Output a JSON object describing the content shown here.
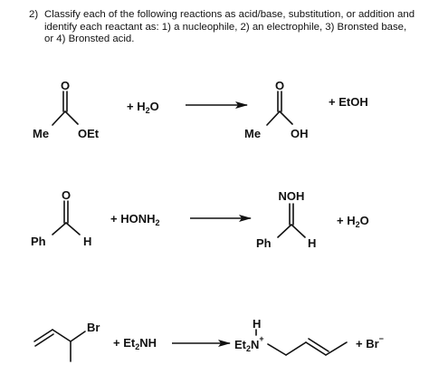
{
  "question": {
    "number": "2)",
    "text": "Classify each of the following reactions as acid/base, substitution, or addition and identify each reactant as: 1) a nucleophile, 2) an electrophile, 3) Bronsted base, or 4) Bronsted acid."
  },
  "reactions": [
    {
      "reactant1": {
        "left_group": "Me",
        "right_group": "OEt",
        "top_atom": "O"
      },
      "reagent": {
        "plus": "+",
        "base": "H",
        "sub": "2",
        "tail": "O"
      },
      "product1": {
        "left_group": "Me",
        "right_group": "OH",
        "top_atom": "O"
      },
      "product2": {
        "plus": "+",
        "formula": "EtOH"
      }
    },
    {
      "reactant1": {
        "left_group": "Ph",
        "right_group": "H",
        "top_atom": "O"
      },
      "reagent": {
        "plus": "+",
        "base": "HONH",
        "sub": "2"
      },
      "product1": {
        "left_group": "Ph",
        "right_group": "H",
        "top_atom": "NOH"
      },
      "product2": {
        "plus": "+",
        "base": "H",
        "sub": "2",
        "tail": "O"
      }
    },
    {
      "reactant1": {
        "substituent": "Br"
      },
      "reagent": {
        "plus": "+",
        "base": "Et",
        "sub": "2",
        "tail": "NH"
      },
      "product1": {
        "h_label": "H",
        "base": "Et",
        "sub": "2",
        "tail": "N",
        "charge": "+"
      },
      "product2": {
        "plus": "+",
        "base": "Br",
        "charge": "−"
      }
    }
  ]
}
